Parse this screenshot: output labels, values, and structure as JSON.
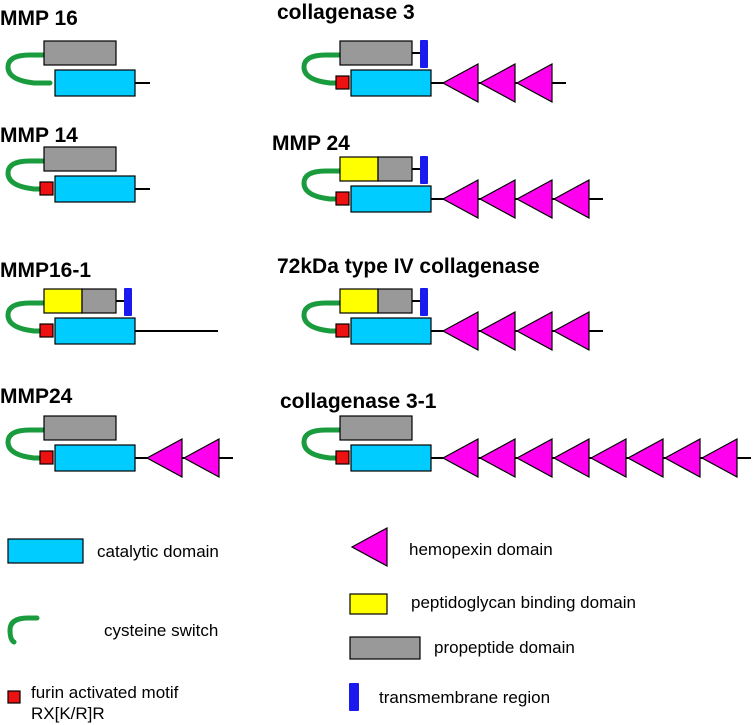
{
  "colors": {
    "catalytic": "#00ccff",
    "propeptide": "#999999",
    "peptidoglycan": "#ffff00",
    "switch": "#1a9c3e",
    "furin": "#ee1111",
    "hemopexin": "#ff00ee",
    "transmembrane": "#1a1aee",
    "line": "#000000"
  },
  "proteins": [
    {
      "title": "MMP 16",
      "peptidoglycan": false,
      "furin": false,
      "transmembrane": false,
      "hemopexin_count": 0
    },
    {
      "title": "MMP 14",
      "peptidoglycan": false,
      "furin": true,
      "transmembrane": false,
      "hemopexin_count": 0
    },
    {
      "title": "MMP16-1",
      "peptidoglycan": true,
      "furin": true,
      "transmembrane": true,
      "hemopexin_count": 0
    },
    {
      "title": "MMP24",
      "peptidoglycan": false,
      "furin": true,
      "transmembrane": false,
      "hemopexin_count": 2
    },
    {
      "title": "collagenase 3",
      "peptidoglycan": false,
      "furin": true,
      "transmembrane": true,
      "hemopexin_count": 3
    },
    {
      "title": "MMP 24",
      "peptidoglycan": true,
      "furin": true,
      "transmembrane": true,
      "hemopexin_count": 4
    },
    {
      "title": "72kDa type IV collagenase",
      "peptidoglycan": true,
      "furin": true,
      "transmembrane": true,
      "hemopexin_count": 4
    },
    {
      "title": "collagenase 3-1",
      "peptidoglycan": false,
      "furin": true,
      "transmembrane": false,
      "hemopexin_count": 8
    }
  ],
  "legend": {
    "catalytic": "catalytic domain",
    "switch": "cysteine switch",
    "furin_line1": "furin activated motif",
    "furin_line2": "RX[K/R]R",
    "hemopexin": "hemopexin domain",
    "peptidoglycan": "peptidoglycan binding domain",
    "propeptide": "propeptide domain",
    "transmembrane": "transmembrane region"
  }
}
